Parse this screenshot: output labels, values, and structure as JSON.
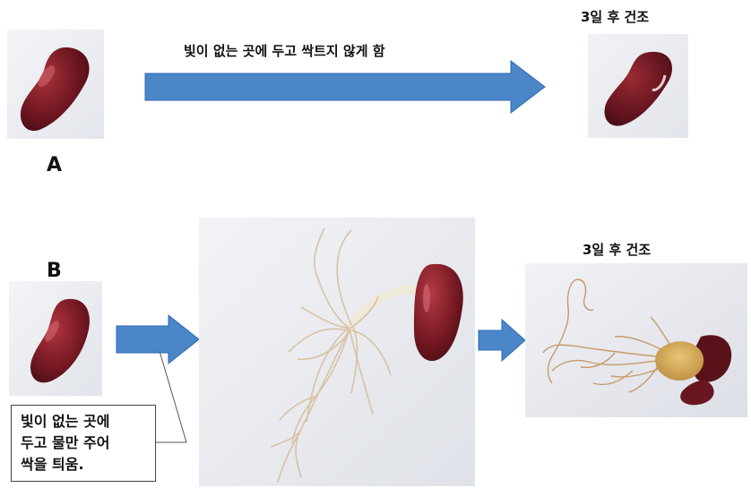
{
  "row_a": {
    "label": "A",
    "arrow_text": "빛이 없는 곳에 두고 싹트지 않게 함",
    "result_label": "3일 후 건조"
  },
  "row_b": {
    "label": "B",
    "result_label": "3일 후 건조",
    "callout_lines": [
      "빛이 없는 곳에",
      "두고 물만 주어",
      "싹을 틔움."
    ]
  },
  "colors": {
    "arrow": "#4a86c8",
    "arrow_edge": "#2f6bb0",
    "bean": "#7a1a22",
    "photo_bg": "#eef0f4"
  }
}
